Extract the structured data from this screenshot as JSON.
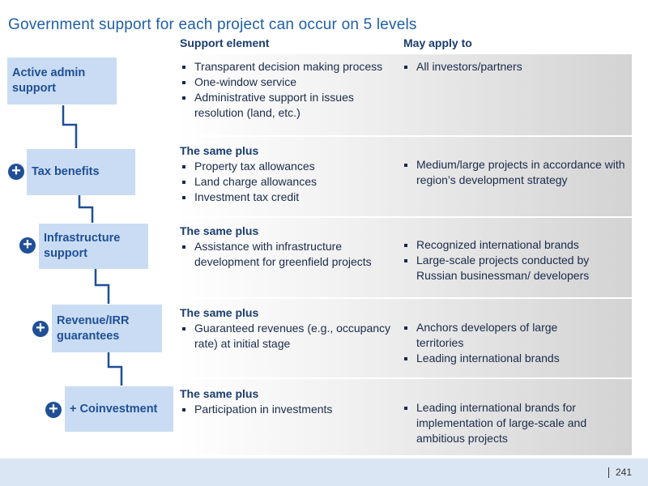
{
  "title": "Government support for each project can occur on 5 levels",
  "headers": {
    "support_element": "Support element",
    "may_apply_to": "May apply to"
  },
  "plus_symbol": "+",
  "levels": [
    {
      "label": "Active admin support",
      "has_plus": false,
      "plus_label": "",
      "support": [
        "Transparent decision making process",
        "One-window service",
        "Administrative support in issues resolution (land, etc.)"
      ],
      "applies": [
        "All investors/partners"
      ]
    },
    {
      "label": "Tax benefits",
      "has_plus": true,
      "plus_label": "The same plus",
      "support": [
        "Property tax allowances",
        "Land charge allowances",
        "Investment tax credit"
      ],
      "applies": [
        "Medium/large projects in accordance with region’s development strategy"
      ]
    },
    {
      "label": "Infrastructure support",
      "has_plus": true,
      "plus_label": "The same plus",
      "support": [
        "Assistance with infrastructure development for greenfield projects"
      ],
      "applies": [
        "Recognized international brands",
        "Large-scale projects conducted by Russian businessman/ developers"
      ]
    },
    {
      "label": "Revenue/IRR guarantees",
      "has_plus": true,
      "plus_label": "The same plus",
      "support": [
        "Guaranteed revenues (e.g., occupancy rate) at initial stage"
      ],
      "applies": [
        "Anchors developers of large territories",
        "Leading international brands"
      ]
    },
    {
      "label": "+ Coinvestment",
      "has_plus": true,
      "plus_label": "The same plus",
      "support": [
        "Participation in investments"
      ],
      "applies": [
        "Leading international brands for implementation of large-scale and ambitious projects"
      ]
    }
  ],
  "page_number": "241",
  "colors": {
    "title": "#1f5fa8",
    "box": "#c9dcf3",
    "box_text": "#1f4f96",
    "footer": "#dbe6f4"
  }
}
